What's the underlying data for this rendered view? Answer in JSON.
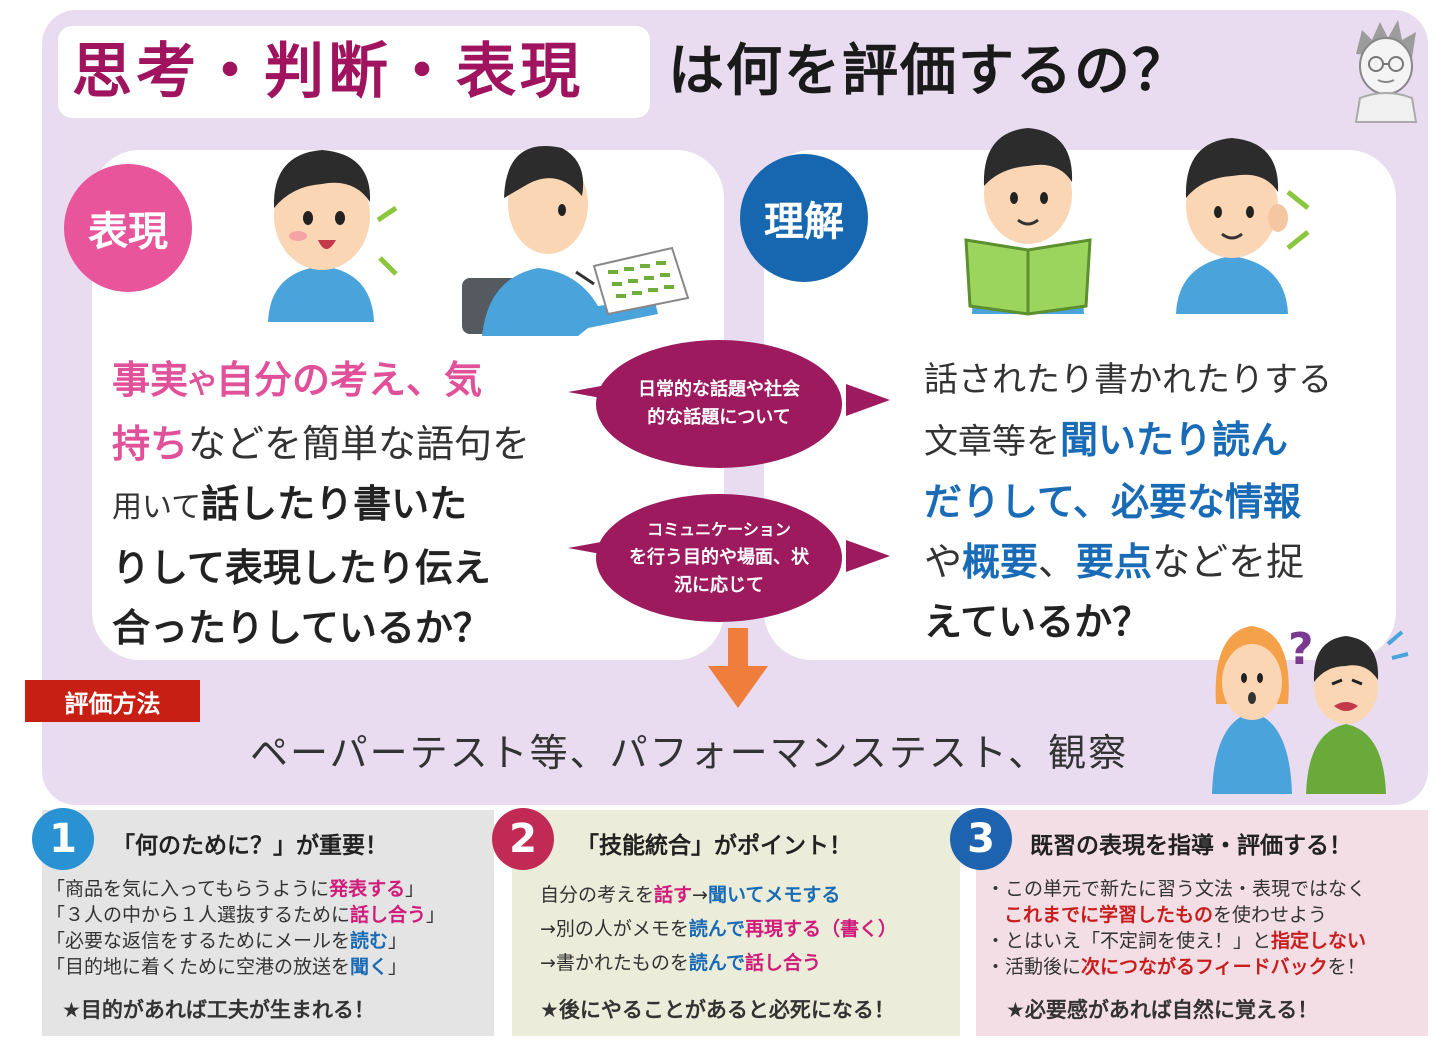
{
  "title": {
    "highlight": "思考・判断・表現",
    "rest": "は何を評価するの？"
  },
  "left_card": {
    "badge": "表現",
    "lines": [
      [
        "事実",
        "や",
        "自分の考え",
        "、",
        "気"
      ],
      [
        "持ち",
        "などを簡単な語句を"
      ],
      [
        "用いて",
        "話したり書いた"
      ],
      [
        "りして表現したり伝え"
      ],
      [
        "合ったりしているか？"
      ]
    ]
  },
  "right_card": {
    "badge": "理解",
    "lines": [
      [
        "話されたり書かれたりする"
      ],
      [
        "文章等を",
        "聞いたり読ん"
      ],
      [
        "だりして、必要な情報"
      ],
      [
        "や",
        "概要",
        "、",
        "要点",
        "などを捉"
      ],
      [
        "えているか？"
      ]
    ]
  },
  "bubbles": [
    {
      "line1": "日常的な話題や社会",
      "line2": "的な話題について",
      "line3": ""
    },
    {
      "line1": "コミュニケーション",
      "line2": "を行う目的や場面、状",
      "line3": "況に応じて"
    }
  ],
  "evaluation": {
    "label": "評価方法",
    "text": "ペーパーテスト等、パフォーマンステスト、観察"
  },
  "tips": [
    {
      "number": "1",
      "title": "「何のために？」が重要！",
      "lines": [
        [
          "「商品を気に入ってもらうように",
          "発表する",
          "」"
        ],
        [
          "「３人の中から１人選抜するために",
          "話し合う",
          "」"
        ],
        [
          "「必要な返信をするためにメールを",
          "読む",
          "」"
        ],
        [
          "「目的地に着くために空港の放送を",
          "聞く",
          "」"
        ]
      ],
      "footer": "★目的があれば工夫が生まれる！"
    },
    {
      "number": "2",
      "title": "「技能統合」がポイント！",
      "lines": [
        [
          "自分の考えを",
          "話す",
          "→",
          "聞いてメモする"
        ],
        [
          "→別の人がメモを",
          "読んで",
          "再現する（書く）"
        ],
        [
          "→書かれたものを",
          "読んで",
          "話し合う"
        ]
      ],
      "footer": "★後にやることがあると必死になる！"
    },
    {
      "number": "3",
      "title": "既習の表現を指導・評価する！",
      "lines": [
        [
          "・この単元で新たに習う文法・表現ではなく"
        ],
        [
          "これまでに学習したもの",
          "を使わせよう"
        ],
        [
          "・とはいえ「不定詞を使え！」と",
          "指定しない"
        ],
        [
          "・活動後に",
          "次につながるフィードバック",
          "を！"
        ]
      ],
      "footer": "★必要感があれば自然に覚える！"
    }
  ],
  "colors": {
    "panel": "#e9dcf1",
    "title_accent": "#a0145f",
    "pink": "#e8559b",
    "blue": "#1767b0",
    "bubble": "#9c1a5d",
    "eval_label": "#c81f14",
    "arrow": "#ef7d3c"
  },
  "icons": [
    "teacher-avatar-icon",
    "speaking-boy-icon",
    "writing-boy-icon",
    "reading-boy-icon",
    "listening-boy-icon",
    "confused-students-icon",
    "down-arrow-icon"
  ]
}
